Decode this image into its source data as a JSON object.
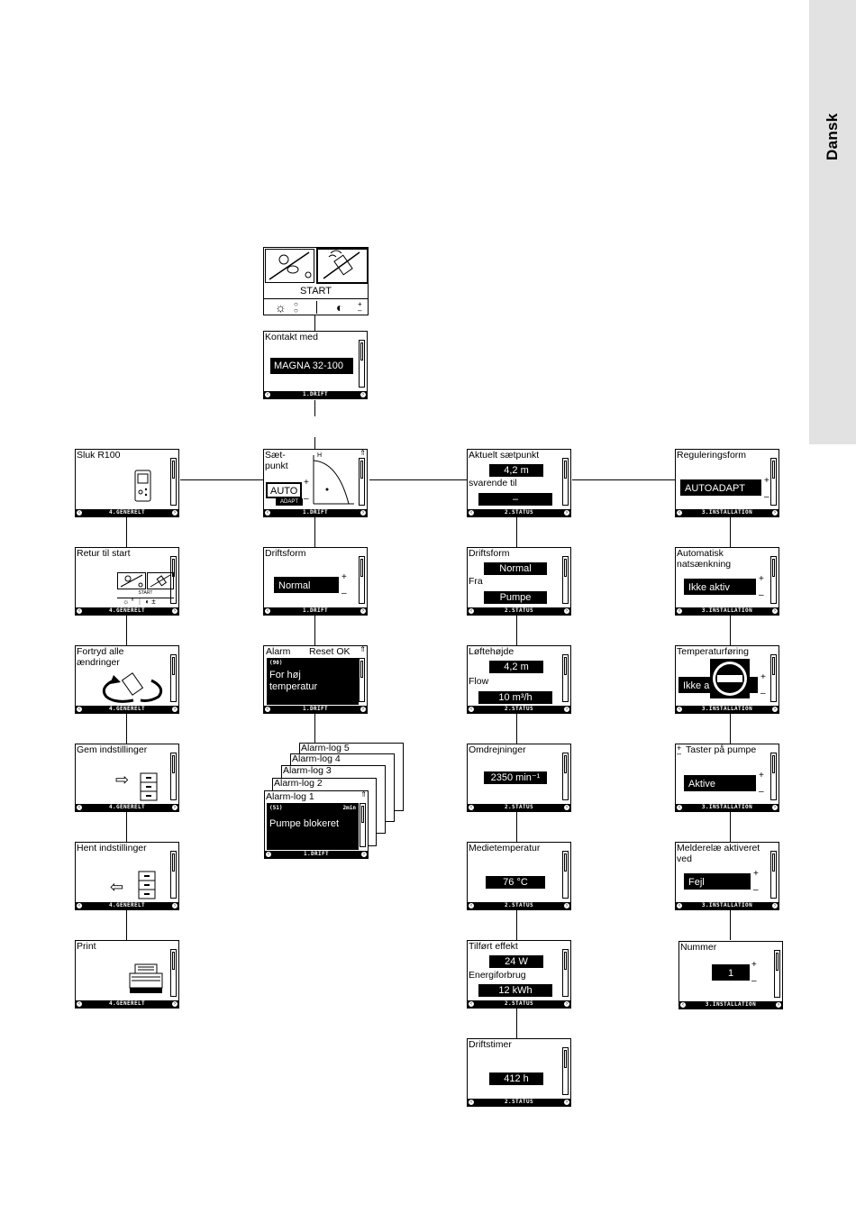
{
  "side_tab": "Dansk (DK)",
  "start": {
    "label": "START"
  },
  "menus": {
    "drift": "1.DRIFT",
    "status": "2.STATUS",
    "installation": "3.INSTALLATION",
    "generelt": "4.GENERELT"
  },
  "screens": {
    "kontakt": {
      "title": "Kontakt med",
      "value": "MAGNA 32-100"
    },
    "saetpunkt": {
      "title": "Sæt-\npunkt",
      "value": "AUTO",
      "sub": "ADAPT",
      "axis_h": "H"
    },
    "driftsform": {
      "title": "Driftsform",
      "value": "Normal"
    },
    "alarm": {
      "title": "Alarm",
      "reset": "Reset OK",
      "code": "(90)",
      "text": "For høj\ntemperatur"
    },
    "alarmlog": {
      "labels": [
        "Alarm-log 5",
        "Alarm-log 4",
        "Alarm-log 3",
        "Alarm-log 2",
        "Alarm-log 1"
      ],
      "code": "(51)",
      "time": "2min",
      "text": "Pumpe blokeret"
    },
    "aktuelt": {
      "title": "Aktuelt sætpunkt",
      "value": "4,2 m",
      "sub": "svarende til",
      "value2": "–"
    },
    "driftsform_status": {
      "title": "Driftsform",
      "value": "Normal",
      "sub": "Fra",
      "value2": "Pumpe"
    },
    "loftehojde": {
      "title": "Løftehøjde",
      "value": "4,2 m",
      "sub": "Flow",
      "value2": "10 m³/h"
    },
    "omdrejninger": {
      "title": "Omdrejninger",
      "value": "2350 min⁻¹"
    },
    "medietemp": {
      "title": "Medietemperatur",
      "value": "76 °C"
    },
    "tilfort": {
      "title": "Tilført effekt",
      "value": "24 W",
      "sub": "Energiforbrug",
      "value2": "12 kWh"
    },
    "driftstimer": {
      "title": "Driftstimer",
      "value": "412 h"
    },
    "regulering": {
      "title": "Reguleringsform",
      "value": "AUTOADAPT"
    },
    "natsaenkning": {
      "title": "Automatisk\nnatsænkning",
      "value": "Ikke aktiv"
    },
    "temperaturforing": {
      "title": "Temperaturføring",
      "value": "Ikke a"
    },
    "taster": {
      "title": "Taster på pumpe",
      "value": "Aktive"
    },
    "melderelae": {
      "title": "Melderelæ aktiveret\nved",
      "value": "Fejl"
    },
    "nummer": {
      "title": "Nummer",
      "value": "1"
    },
    "sluk": {
      "title": "Sluk R100"
    },
    "retur": {
      "title": "Retur til start",
      "mini_start": "START"
    },
    "fortryd": {
      "title": "Fortryd alle\nændringer"
    },
    "gem": {
      "title": "Gem indstillinger"
    },
    "hent": {
      "title": "Hent indstillinger"
    },
    "print": {
      "title": "Print"
    }
  }
}
